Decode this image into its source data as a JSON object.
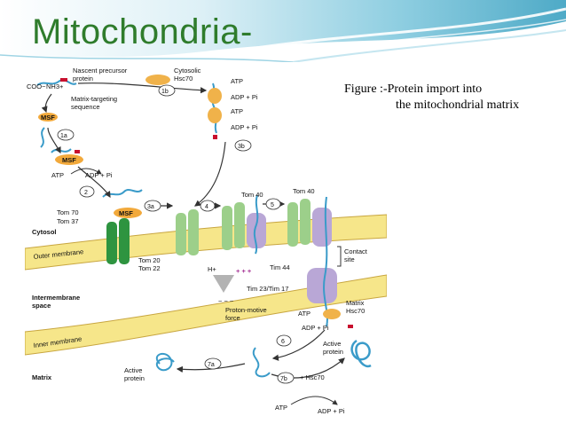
{
  "slide": {
    "title": "Mitochondria-",
    "caption_line1": "Figure :-Protein import into",
    "caption_line2": "the mitochondrial matrix"
  },
  "colors": {
    "title_green": "#2f7c2c",
    "header_teal": "#3aa6c2",
    "membrane_fill": "#f6e68a",
    "membrane_stroke": "#c8a640",
    "tom_green": "#9ccf8a",
    "tom_dark": "#2e9440",
    "tim_purple": "#b9a7d6",
    "hsc_orange": "#f0b24a",
    "msf_orange": "#f2a93b",
    "chain_blue": "#3a9bc9",
    "signal_red": "#c8102e"
  },
  "diagram": {
    "labels": {
      "nascent": "Nascent precursor",
      "nascent2": "protein",
      "cytosolic": "Cytosolic",
      "hsc70_top": "Hsc70",
      "nh3": "NH3+",
      "coo": "COO−",
      "mts": "Matrix-targeting",
      "mts2": "sequence",
      "msf1": "MSF",
      "msf2": "MSF",
      "msf3": "MSF",
      "atp1": "ATP",
      "adp1": "ADP + Pi",
      "atp2": "ATP",
      "adp2": "ADP + Pi",
      "atp3": "ATP",
      "adp3": "ADP + Pi",
      "tom70": "Tom 70",
      "tom37": "Tom 37",
      "cytosol": "Cytosol",
      "outer_membrane": "Outer membrane",
      "tom20": "Tom 20",
      "tom22": "Tom 22",
      "tom40a": "Tom 40",
      "tom40b": "Tom 40",
      "tim44": "Tim 44",
      "contact": "Contact",
      "contact2": "site",
      "tim23": "Tim 23/Tim 17",
      "hplus": "H+",
      "plus": "+ + +",
      "minus": "−  −  −",
      "intermembrane": "Intermembrane",
      "intermembrane2": "space",
      "pmf": "Proton-motive",
      "pmf2": "force",
      "atp4": "ATP",
      "matrix_hsc": "Matrix",
      "matrix_hsc2": "Hsc70",
      "adp4": "ADP + Pi",
      "inner_membrane": "Inner membrane",
      "active_protein": "Active",
      "active_protein2": "protein",
      "active_protein3": "Active",
      "active_protein4": "protein",
      "matrix": "Matrix",
      "hsc70_plus": "+ Hsc70",
      "atp5": "ATP",
      "adp5": "ADP + Pi"
    },
    "steps": {
      "s1a": "1a",
      "s1b": "1b",
      "s2": "2",
      "s3a": "3a",
      "s3b": "3b",
      "s4": "4",
      "s5": "5",
      "s6": "6",
      "s7a": "7a",
      "s7b": "7b"
    }
  }
}
